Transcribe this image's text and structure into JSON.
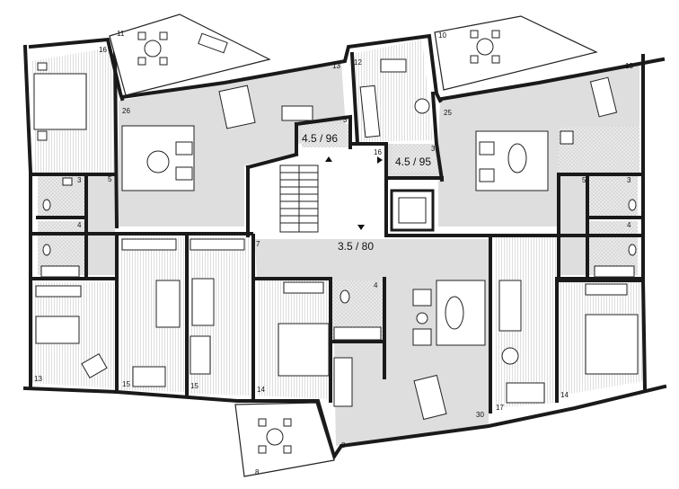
{
  "unit_labels": {
    "u1": "4.5 / 96",
    "u2": "4.5 / 95",
    "u3": "3.5 / 80"
  },
  "rooms": {
    "r16_left": "16",
    "r11": "11",
    "r10": "10",
    "r13_a": "13",
    "r12": "12",
    "r13_right": "13",
    "r26": "26",
    "r3_a": "3",
    "r16_mid": "16",
    "r3_b": "3",
    "r25": "25",
    "r5_left": "5",
    "r3_left": "3",
    "r4_left": "4",
    "r5_right": "5",
    "r3_right": "3",
    "r4_right": "4",
    "r7": "7",
    "r4_mid": "4",
    "r13_bl": "13",
    "r15_a": "15",
    "r15_b": "15",
    "r14_a": "14",
    "r30": "30",
    "r17": "17",
    "r14_b": "14",
    "r8_a": "8",
    "r8_b": "8"
  }
}
